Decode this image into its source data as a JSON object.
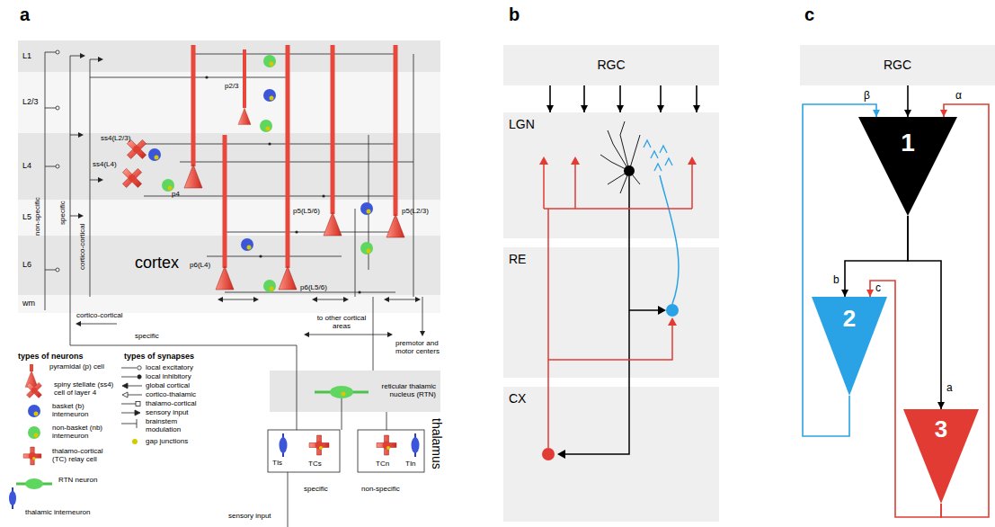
{
  "diagram": {
    "nodes": [
      {
        "text": [
          "L1"
        ]
      },
      {
        "text": [
          "L2/3"
        ]
      },
      {
        "text": [
          "L4"
        ]
      },
      {
        "text": [
          "L5"
        ]
      },
      {
        "text": [
          "L6"
        ]
      },
      {
        "text": [
          "wm"
        ]
      },
      {
        "text": [
          "reticular thalamic nucleus (RTN)"
        ]
      },
      {
        "text": [
          "RGC"
        ]
      },
      {
        "text": [
          "LGN"
        ]
      },
      {
        "text": [
          "RE"
        ]
      },
      {
        "text": [
          "CX"
        ]
      },
      {
        "text": [
          "RGC"
        ]
      },
      {
        "text": [
          "1"
        ]
      },
      {
        "text": [
          "2"
        ]
      },
      {
        "text": [
          "3"
        ]
      }
    ],
    "edges": [
      {
        "from": 7,
        "to": 8,
        "arrow": "to"
      },
      {
        "from": 7,
        "to": 8,
        "arrow": "to"
      },
      {
        "from": 7,
        "to": 8,
        "arrow": "to"
      },
      {
        "from": 7,
        "to": 8,
        "arrow": "to"
      },
      {
        "from": 7,
        "to": 8,
        "arrow": "to"
      },
      {
        "from": 11,
        "to": 12,
        "arrow": "to"
      },
      {
        "from": 12,
        "to": 13,
        "label": "b",
        "arrow": "to"
      },
      {
        "from": 12,
        "to": 14,
        "label": "a",
        "arrow": "to"
      },
      {
        "from": 13,
        "to": 12,
        "label": "β",
        "arrow": "to"
      },
      {
        "from": 14,
        "to": 12,
        "label": "α",
        "arrow": "to"
      },
      {
        "from": 14,
        "to": 13,
        "label": "c",
        "arrow": "to"
      }
    ],
    "labels": [
      "a",
      "b",
      "c",
      "cortex",
      "non-specific",
      "specific",
      "cortico-cortical",
      "cortico-cortical",
      "specific",
      "ss4(L2/3)",
      "ss4(L4)",
      "p2/3",
      "p4",
      "p5(L5/6)",
      "p5(L2/3)",
      "p6(L4)",
      "p6(L5/6)",
      "to other cortical areas",
      "premotor and motor centers",
      "thalamus",
      "TIs",
      "TCs",
      "TCn",
      "TIn",
      "specific",
      "non-specific",
      "sensory input",
      "types of neurons",
      "types of synapses"
    ],
    "legend": [
      {
        "text": "pyramidal (p) cell"
      },
      {
        "text": "spiny stellate (ss4) cell of layer 4"
      },
      {
        "text": "basket (b) interneuron"
      },
      {
        "text": "non-basket (nb) interneuron"
      },
      {
        "text": "thalamo-cortical (TC) relay cell"
      },
      {
        "text": "RTN neuron"
      },
      {
        "text": "thalamic interneuron"
      },
      {
        "text": "local excitatory"
      },
      {
        "text": "local inhibitory"
      },
      {
        "text": "global cortical"
      },
      {
        "text": "cortico-thalamic"
      },
      {
        "text": "thalamo-cortical"
      },
      {
        "text": "sensory input"
      },
      {
        "text": "brainstem modulation"
      },
      {
        "text": "gap junctions"
      }
    ]
  }
}
